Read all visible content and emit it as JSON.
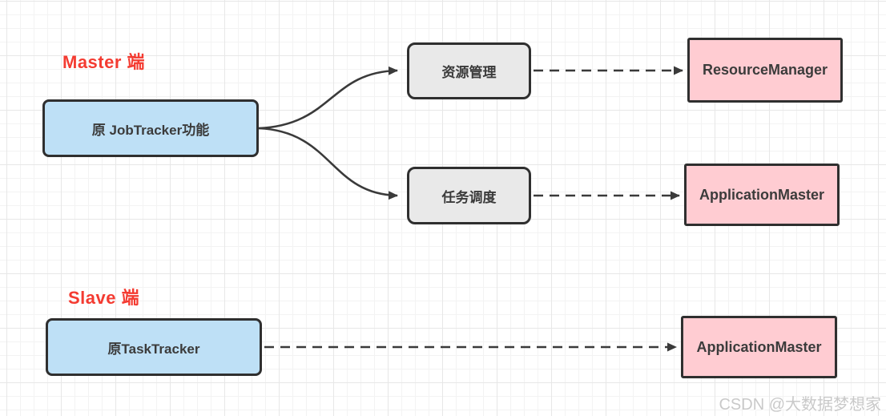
{
  "labels": {
    "master": "Master 端",
    "slave": "Slave 端"
  },
  "nodes": {
    "jobtracker": {
      "label": "原 JobTracker功能",
      "type": "blue"
    },
    "resource_mgmt": {
      "label": "资源管理",
      "type": "gray"
    },
    "task_scheduling": {
      "label": "任务调度",
      "type": "gray"
    },
    "resourcemanager": {
      "label": "ResourceManager",
      "type": "pink"
    },
    "applicationmaster_master": {
      "label": "ApplicationMaster",
      "type": "pink"
    },
    "tasktracker": {
      "label": "原TaskTracker",
      "type": "blue"
    },
    "applicationmaster_slave": {
      "label": "ApplicationMaster",
      "type": "pink"
    }
  },
  "edges": [
    {
      "from": "jobtracker",
      "to": "resource_mgmt",
      "style": "solid-curve"
    },
    {
      "from": "jobtracker",
      "to": "task_scheduling",
      "style": "solid-curve"
    },
    {
      "from": "resource_mgmt",
      "to": "resourcemanager",
      "style": "dashed"
    },
    {
      "from": "task_scheduling",
      "to": "applicationmaster_master",
      "style": "dashed"
    },
    {
      "from": "tasktracker",
      "to": "applicationmaster_slave",
      "style": "dashed"
    }
  ],
  "colors": {
    "node_blue_fill": "#bee0f6",
    "node_gray_fill": "#e9e9e9",
    "node_pink_fill": "#ffccd2",
    "node_border": "#2f2f2f",
    "section_label": "#f43b31",
    "edge_stroke": "#3a3a3a",
    "grid_line": "#f3f3f3",
    "watermark": "#c9c9c9"
  },
  "watermark": "CSDN @大数据梦想家"
}
